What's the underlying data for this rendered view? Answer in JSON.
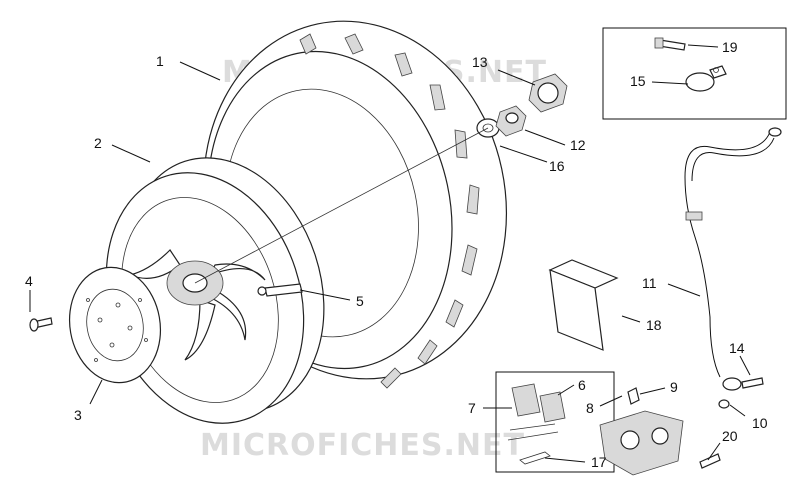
{
  "watermark": {
    "top": "MICROFICHES.NET",
    "bottom": "MICROFICHES.NET"
  },
  "callouts": {
    "c1": "1",
    "c2": "2",
    "c3": "3",
    "c4": "4",
    "c5": "5",
    "c6": "6",
    "c7": "7",
    "c8": "8",
    "c9": "9",
    "c10": "10",
    "c11": "11",
    "c12": "12",
    "c13": "13",
    "c14": "14",
    "c15": "15",
    "c16": "16",
    "c17": "17",
    "c18": "18",
    "c19": "19",
    "c20": "20"
  }
}
